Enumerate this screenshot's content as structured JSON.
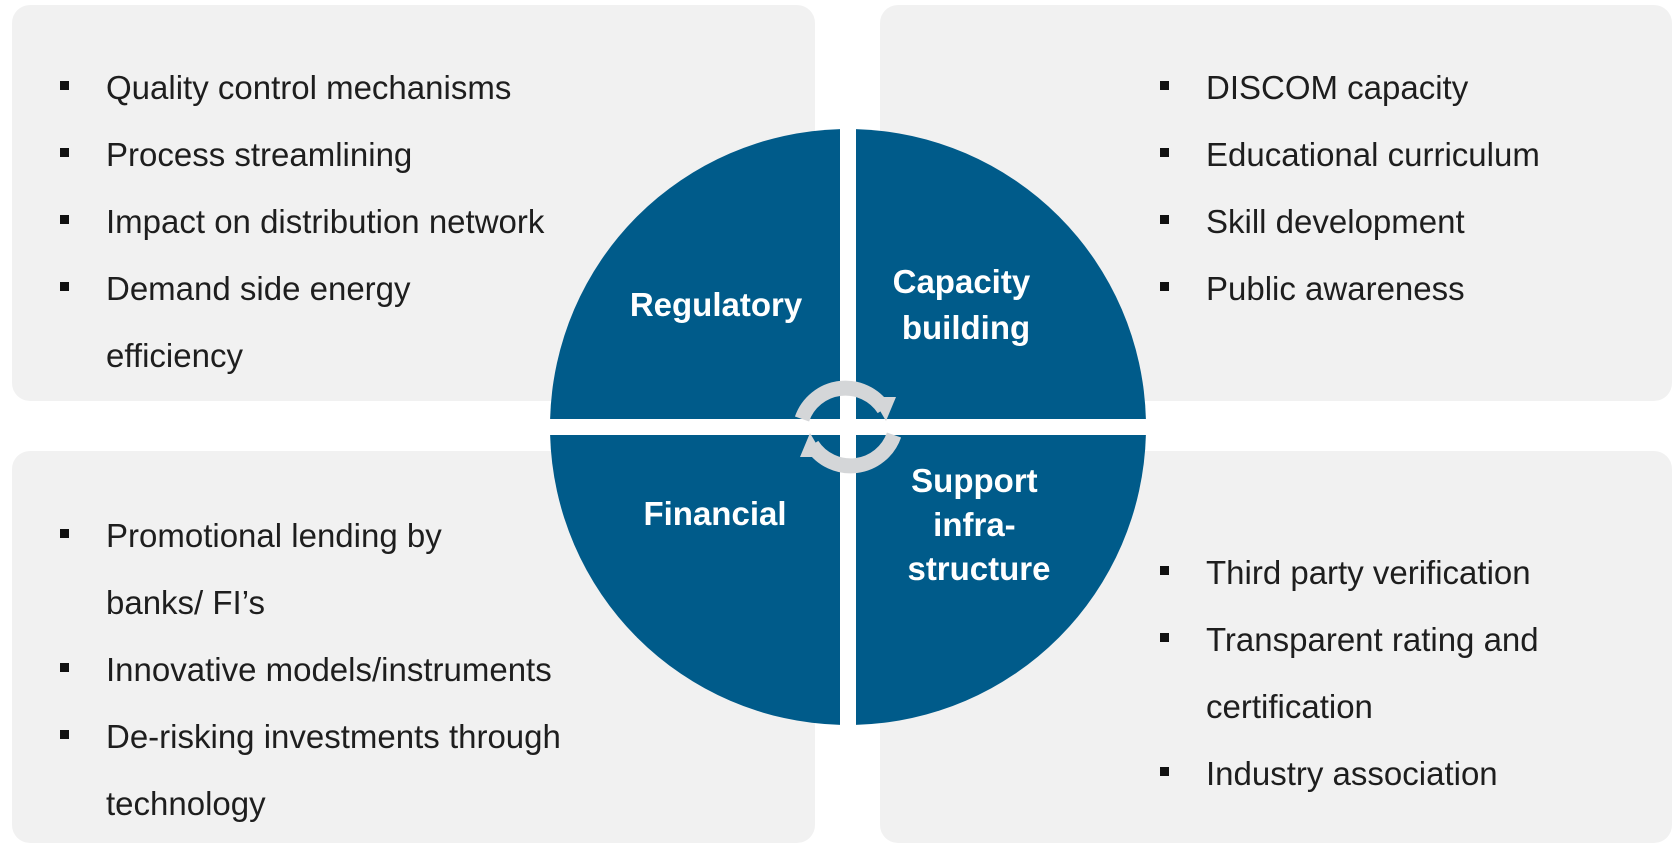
{
  "quadrants": {
    "regulatory": {
      "title_lines": [
        "Regulatory"
      ],
      "items": [
        "Quality control mechanisms",
        "Process streamlining",
        "Impact on distribution network",
        "Demand side energy efficiency"
      ]
    },
    "capacity_building": {
      "title_lines": [
        "Capacity",
        "building"
      ],
      "items": [
        "DISCOM capacity",
        "Educational curriculum",
        "Skill development",
        "Public awareness"
      ]
    },
    "financial": {
      "title_lines": [
        "Financial"
      ],
      "items": [
        "Promotional lending by banks/ FI’s",
        "Innovative models/instruments",
        "De-risking investments through technology"
      ]
    },
    "support_infrastructure": {
      "title_lines": [
        "Support",
        "infra-",
        "structure"
      ],
      "items": [
        "Third party verification",
        "Transparent rating and certification",
        "Industry association"
      ]
    }
  },
  "colors": {
    "wheel": "#005b8a",
    "panel": "#f1f1f1",
    "cycle_icon": "#d4d6d8"
  },
  "icon": "cycle-arrows-icon"
}
